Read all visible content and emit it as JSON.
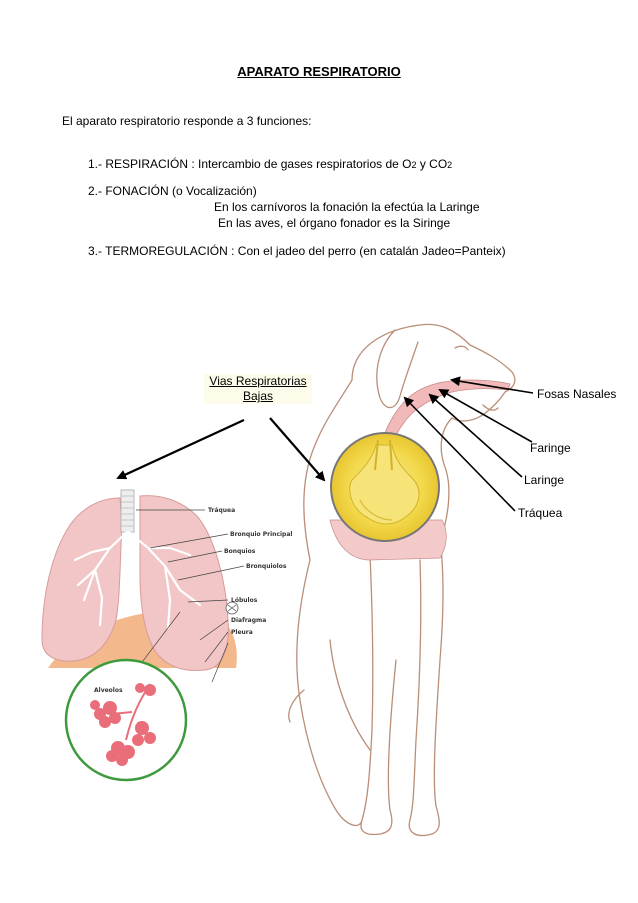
{
  "title": "APARATO RESPIRATORIO",
  "intro": "El aparato respiratorio responde a 3 funciones:",
  "functions": {
    "f1_prefix": "1.- RESPIRACIÓN : Intercambio de gases respiratorios de O",
    "f1_sub1": "2",
    "f1_mid": " y CO",
    "f1_sub2": "2",
    "f2": "2.- FONACIÓN (o Vocalización)",
    "f2_line1": "En los carnívoros la fonación la efectúa la Laringe",
    "f2_line2": "En las aves, el órgano fonador es la Siringe",
    "f3": "3.- TERMOREGULACIÓN : Con el jadeo del perro (en catalán Jadeo=Panteix)"
  },
  "dog_labels": {
    "vias_line1": "Vias Respiratorias",
    "vias_line2": "Bajas",
    "fosas": "Fosas Nasales",
    "faringe": "Faringe",
    "laringe": "Laringe",
    "traquea": "Tráquea"
  },
  "lung_labels": {
    "traquea": "Tráquea",
    "bronquio": "Bronquio Principal",
    "bronquios": "Bonquios",
    "bronquiolos": "Bronquiolos",
    "lobulos": "Lóbulos",
    "diafragma": "Diafragma",
    "pleura": "Pleura",
    "alveolos": "Alveolos"
  },
  "colors": {
    "lung_fill": "#f2c6c6",
    "diaphragm": "#f3b98d",
    "zoom_fill": "#f5dd4a",
    "alveoli": "#e96e7a",
    "circle_border": "#3e9a3c",
    "dog_outline": "#b98f78"
  }
}
